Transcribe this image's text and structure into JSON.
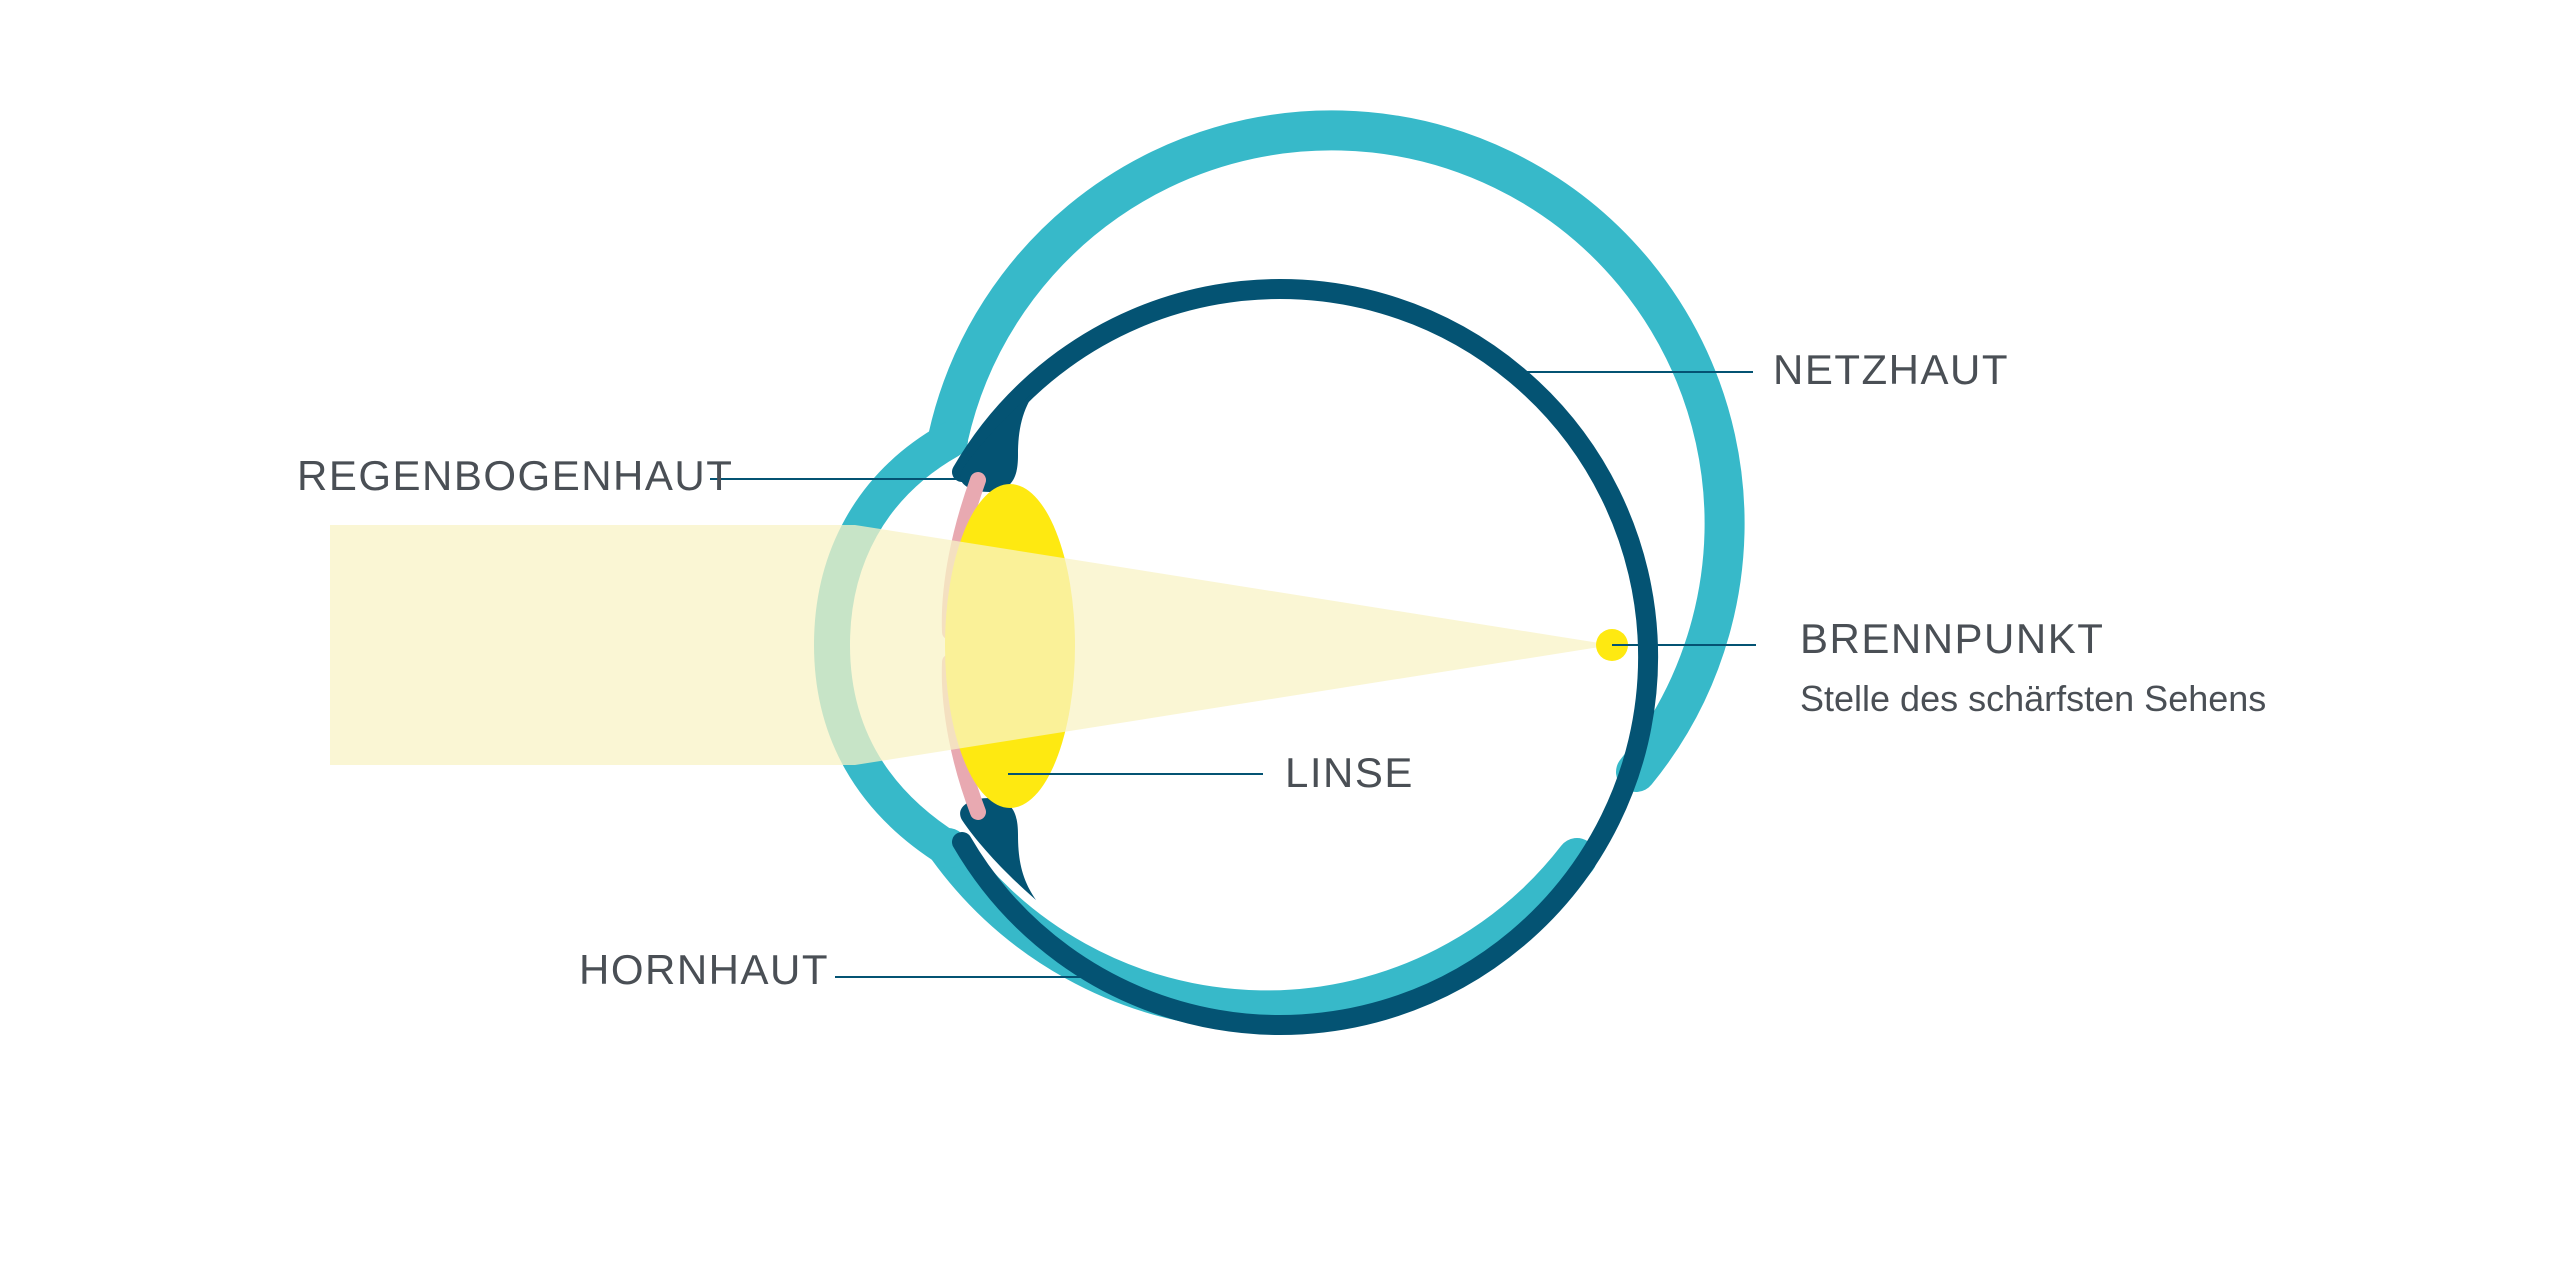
{
  "colors": {
    "sclera": "#37B9C9",
    "retina": "#045373",
    "lens": "#FEE911",
    "iris": "#E8A9B1",
    "light": "#F8F3C6",
    "leader_line": "#045373",
    "text": "#4A4F55"
  },
  "labels": {
    "netzhaut": "NETZHAUT",
    "regenbogenhaut": "REGENBOGENHAUT",
    "brennpunkt": "BRENNPUNKT",
    "brennpunkt_sub": "Stelle des schärfsten Sehens",
    "linse": "LINSE",
    "hornhaut": "HORNHAUT"
  }
}
